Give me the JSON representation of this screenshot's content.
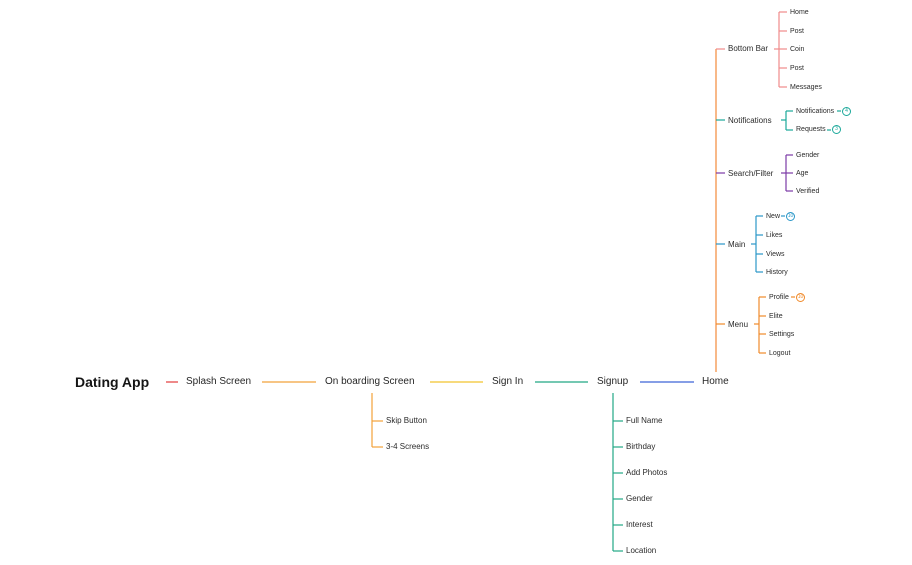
{
  "diagram": {
    "root": "Dating App",
    "main_flow": [
      "Splash Screen",
      "On boarding Screen",
      "Sign In",
      "Signup",
      "Home"
    ],
    "onboarding_children": [
      "Skip Button",
      "3-4 Screens"
    ],
    "signup_children": [
      "Full Name",
      "Birthday",
      "Add Photos",
      "Gender",
      "Interest",
      "Location"
    ],
    "home_children": [
      {
        "label": "Bottom Bar",
        "items": [
          {
            "label": "Home"
          },
          {
            "label": "Post"
          },
          {
            "label": "Coin"
          },
          {
            "label": "Post"
          },
          {
            "label": "Messages"
          }
        ]
      },
      {
        "label": "Notifications",
        "items": [
          {
            "label": "Notifications",
            "badge": "4"
          },
          {
            "label": "Requests",
            "badge": "3"
          }
        ]
      },
      {
        "label": "Search/Filter",
        "items": [
          {
            "label": "Gender"
          },
          {
            "label": "Age"
          },
          {
            "label": "Verified"
          }
        ]
      },
      {
        "label": "Main",
        "items": [
          {
            "label": "New",
            "badge": "10"
          },
          {
            "label": "Likes"
          },
          {
            "label": "Views"
          },
          {
            "label": "History"
          }
        ]
      },
      {
        "label": "Menu",
        "items": [
          {
            "label": "Profile",
            "badge": "10"
          },
          {
            "label": "Elite"
          },
          {
            "label": "Settings"
          },
          {
            "label": "Logout"
          }
        ]
      }
    ],
    "colors": {
      "splash_link": "#e23b3b",
      "onboarding": "#f2a23a",
      "signin_link": "#f2c42f",
      "signup": "#22a885",
      "home_link": "#3f63d6",
      "home_trunk": "#f28a3a",
      "bottom_bar": "#f08a8a",
      "notifications": "#1aa89a",
      "search_filter": "#7b3aa6",
      "main": "#2a97c8",
      "menu": "#f08a2a"
    }
  }
}
